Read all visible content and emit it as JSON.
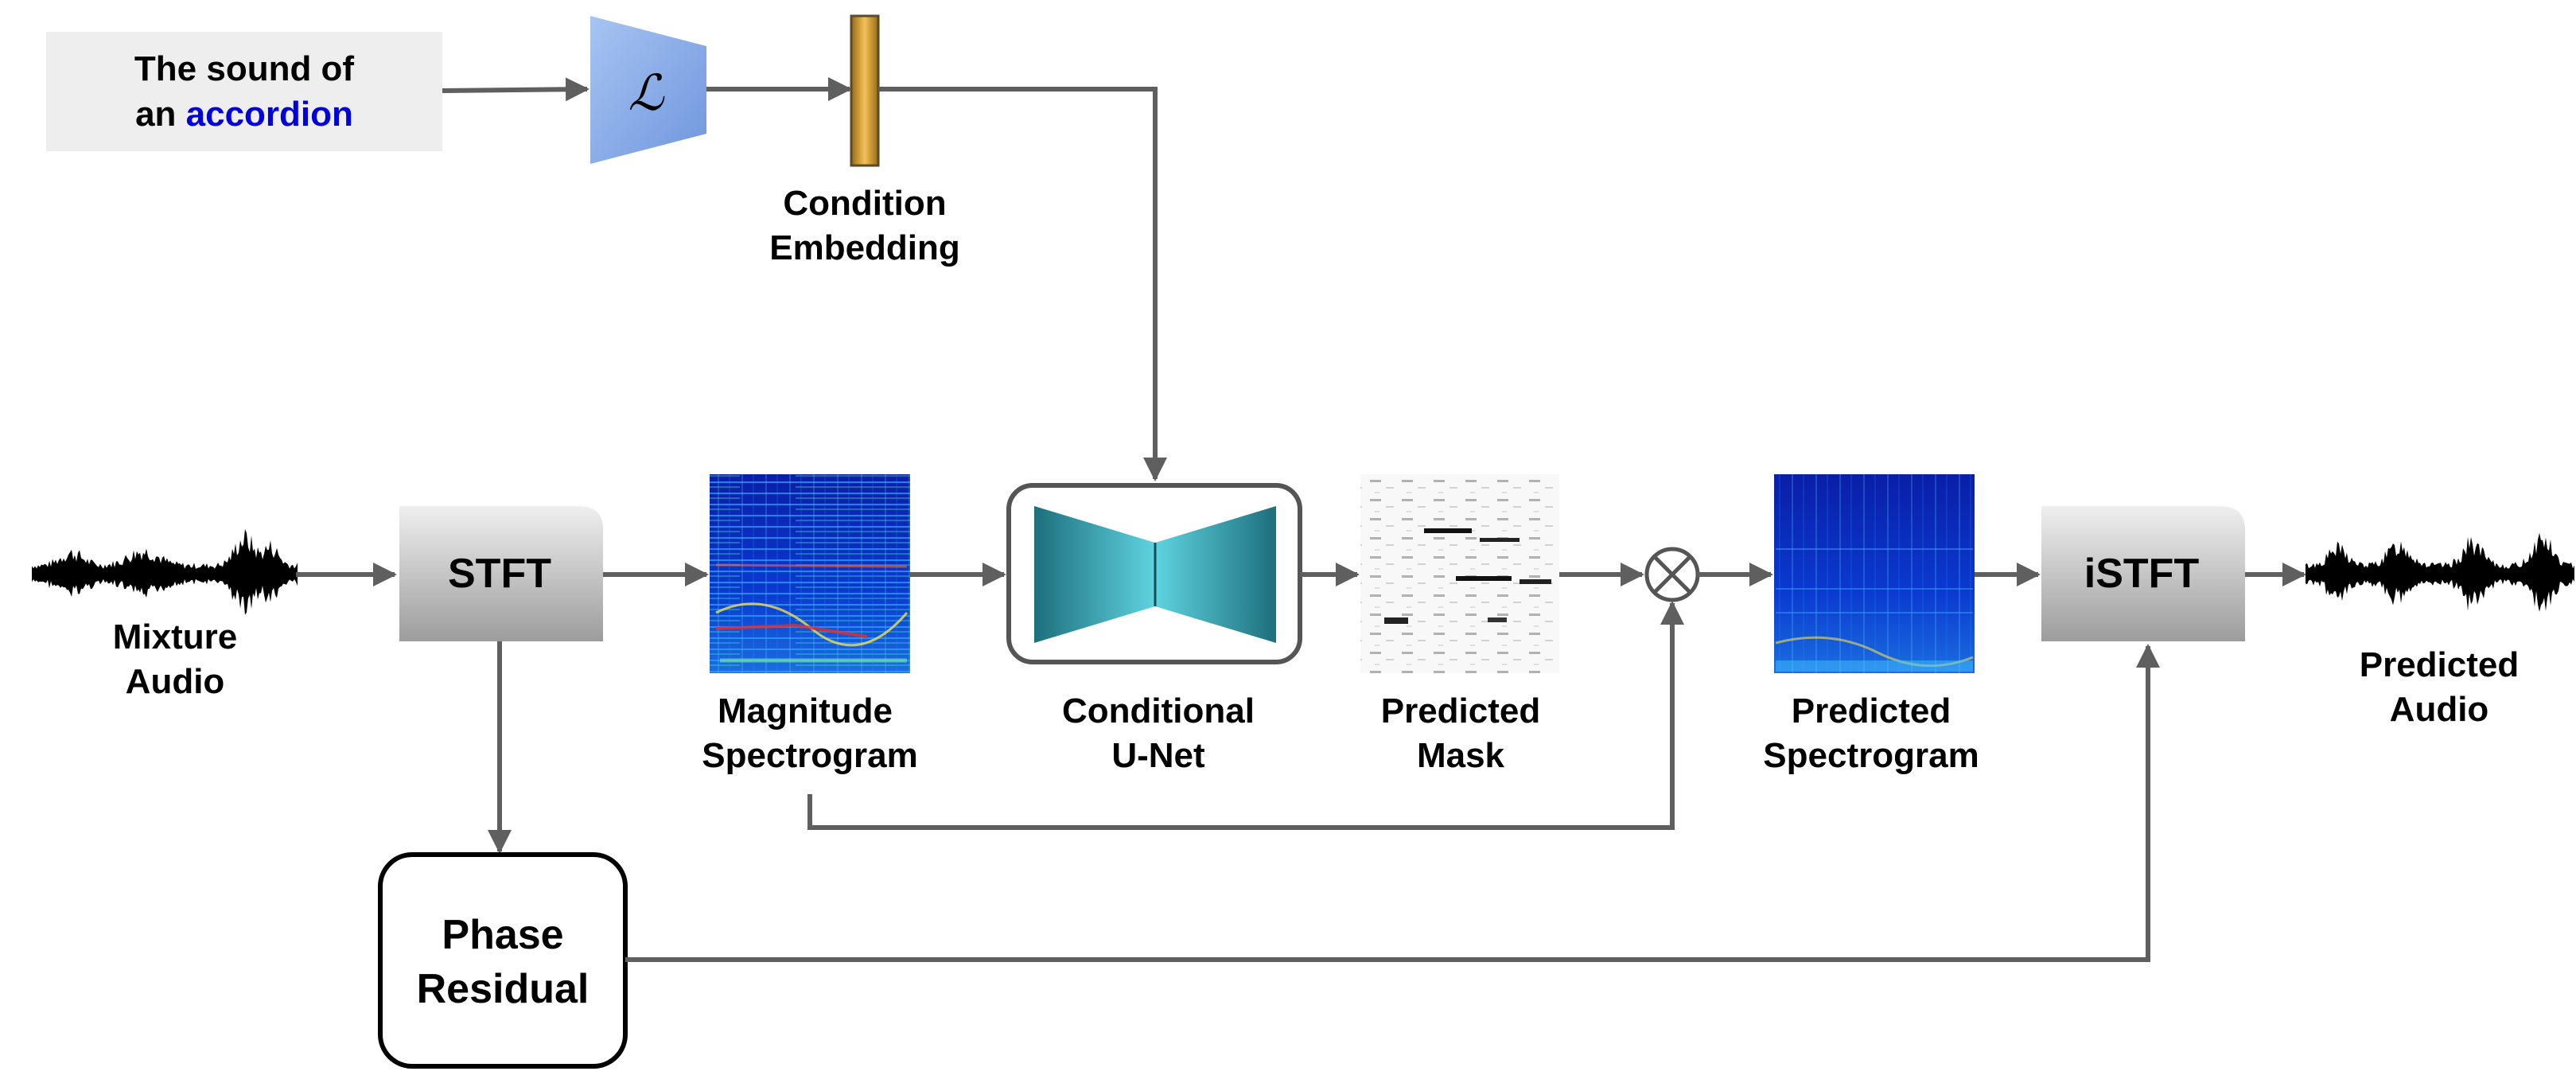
{
  "prompt": {
    "line1": "The sound of",
    "line2_prefix": "an ",
    "line2_highlight": "accordion",
    "highlight_color": "#0000dd"
  },
  "text_encoder": {
    "symbol": "ℒ"
  },
  "condition_embedding": {
    "line1": "Condition",
    "line2": "Embedding"
  },
  "mixture_audio": {
    "line1": "Mixture",
    "line2": "Audio"
  },
  "stft": {
    "label": "STFT"
  },
  "magnitude_spectrogram": {
    "line1": "Magnitude",
    "line2": "Spectrogram"
  },
  "unet": {
    "line1": "Conditional",
    "line2": "U-Net"
  },
  "predicted_mask": {
    "line1": "Predicted",
    "line2": "Mask"
  },
  "multiply": {
    "symbol": "⊗"
  },
  "predicted_spectrogram": {
    "line1": "Predicted",
    "line2": "Spectrogram"
  },
  "istft": {
    "label": "iSTFT"
  },
  "predicted_audio": {
    "line1": "Predicted",
    "line2": "Audio"
  },
  "phase_residual": {
    "line1": "Phase",
    "line2": "Residual"
  },
  "colors": {
    "arrow": "#5f5f5f",
    "prompt_bg": "#eeeeee",
    "encoder": "#8fb0e8",
    "embedding": "#e0a63a",
    "unet": "#3fb9c9",
    "box_gray": "#c8c8c8"
  }
}
